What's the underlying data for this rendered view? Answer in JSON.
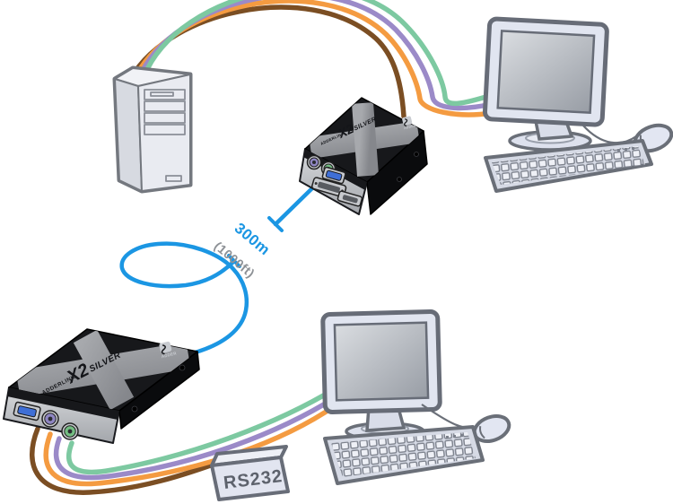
{
  "diagram": {
    "extender_label": {
      "brand": "ADDERLINK",
      "model": "X2",
      "variant": "SILVER"
    },
    "logo_text": "ADDER",
    "distance": {
      "value": "300m",
      "alt": "(1000ft)"
    },
    "rs232_label": "RS232",
    "colors": {
      "cable_green": "#7dc9a1",
      "cable_purple": "#9b8ac8",
      "cable_orange": "#f49b41",
      "cable_brown": "#7b4e23",
      "cable_blue": "#1b96e3",
      "distance_value": "#1b96e3",
      "distance_alt": "#8d9196",
      "port_purple": "#8f86c2",
      "port_green": "#74bd82",
      "vga_blue": "#3f6fd6"
    }
  }
}
